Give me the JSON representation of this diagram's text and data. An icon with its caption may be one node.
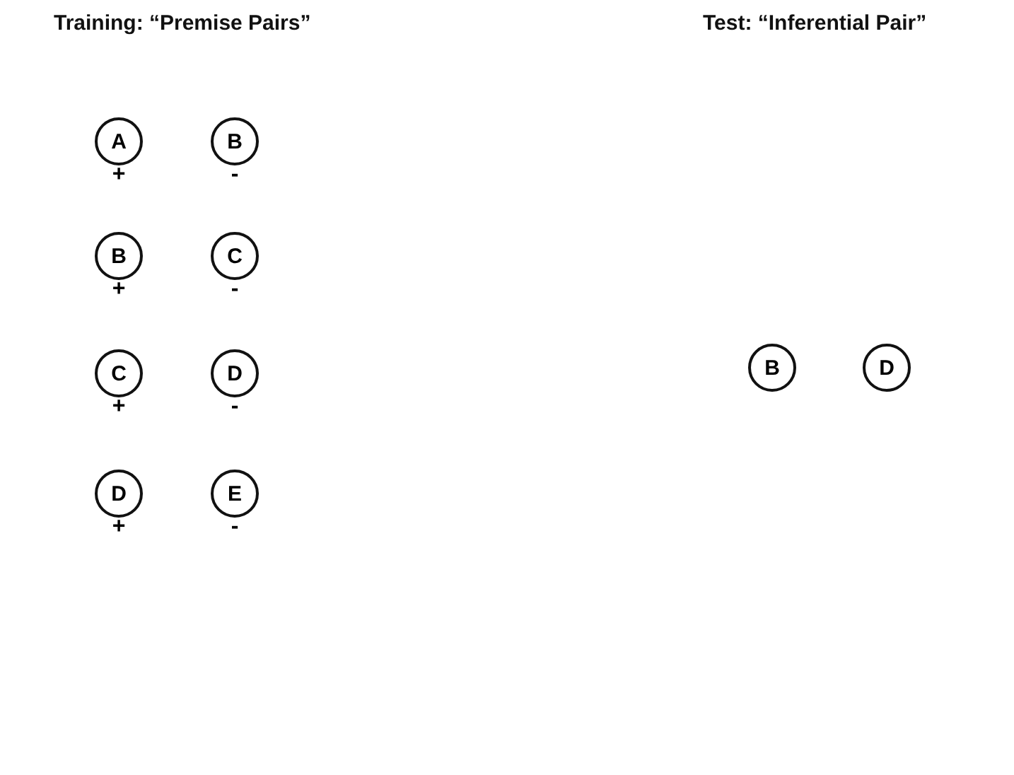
{
  "diagram": {
    "labels": [
      "Training: “Premise Pairs”",
      "Test: “Inferential Pair”"
    ],
    "nodes": [
      {
        "text": [
          "A"
        ],
        "beside": [
          "+"
        ]
      },
      {
        "text": [
          "B"
        ],
        "beside": [
          "-"
        ]
      },
      {
        "text": [
          "B"
        ],
        "beside": [
          "+"
        ]
      },
      {
        "text": [
          "C"
        ],
        "beside": [
          "-"
        ]
      },
      {
        "text": [
          "C"
        ],
        "beside": [
          "+"
        ]
      },
      {
        "text": [
          "D"
        ],
        "beside": [
          "-"
        ]
      },
      {
        "text": [
          "D"
        ],
        "beside": [
          "+"
        ]
      },
      {
        "text": [
          "E"
        ],
        "beside": [
          "-"
        ]
      },
      {
        "text": [
          "B"
        ]
      },
      {
        "text": [
          "D"
        ]
      }
    ],
    "edges": []
  }
}
